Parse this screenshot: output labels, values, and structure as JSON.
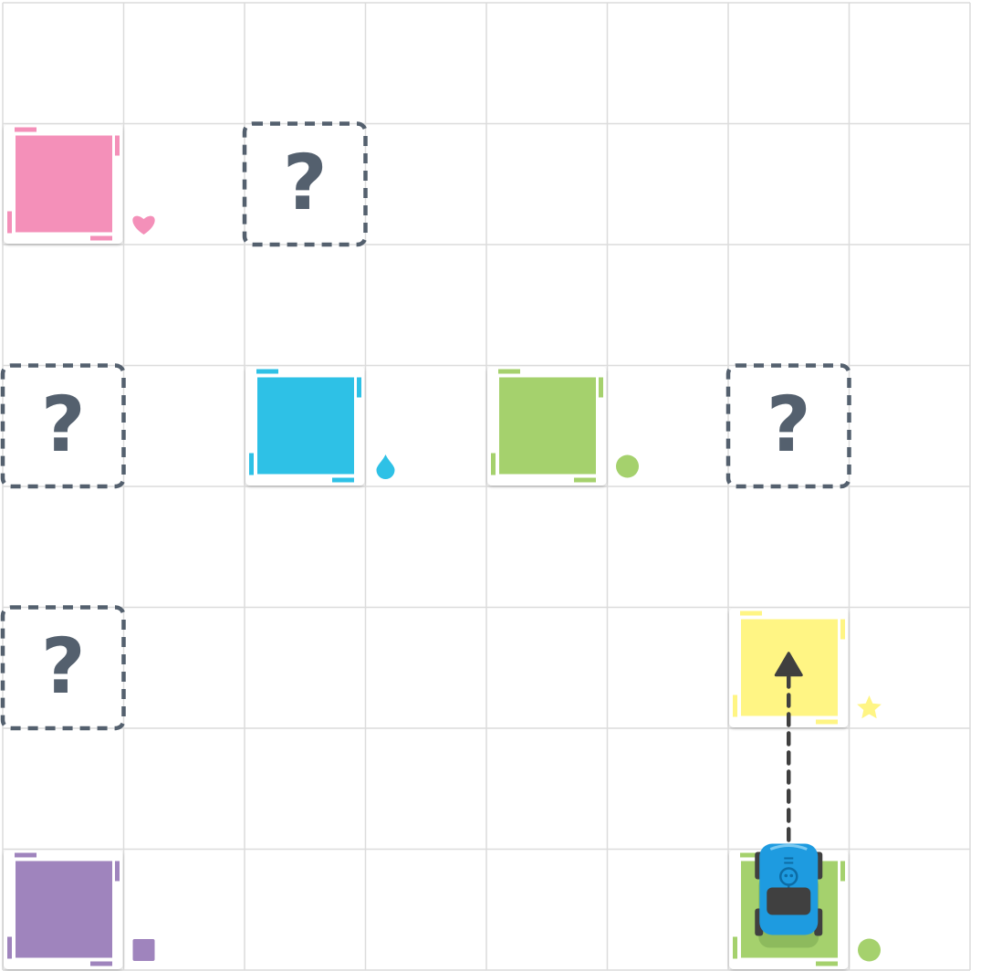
{
  "board": {
    "columns": 8,
    "rows": 8,
    "grid_color": "#dcdcdc"
  },
  "tiles": [
    {
      "id": "pink-heart",
      "col": 0,
      "row": 1,
      "color": "#f490b9",
      "symbol": "heart-icon"
    },
    {
      "id": "blue-drop",
      "col": 2,
      "row": 3,
      "color": "#2ec1e6",
      "symbol": "drop-icon"
    },
    {
      "id": "green-circle",
      "col": 4,
      "row": 3,
      "color": "#a5d16d",
      "symbol": "circle-icon"
    },
    {
      "id": "yellow-star",
      "col": 6,
      "row": 5,
      "color": "#fff584",
      "symbol": "star-icon"
    },
    {
      "id": "purple-square",
      "col": 0,
      "row": 7,
      "color": "#9f84bd",
      "symbol": "square-icon"
    },
    {
      "id": "green-circle-start",
      "col": 6,
      "row": 7,
      "color": "#a5d16d",
      "symbol": "circle-icon"
    }
  ],
  "unknown_tiles": [
    {
      "id": "unknown-1",
      "col": 2,
      "row": 1,
      "label": "?"
    },
    {
      "id": "unknown-2",
      "col": 0,
      "row": 3,
      "label": "?"
    },
    {
      "id": "unknown-3",
      "col": 6,
      "row": 3,
      "label": "?"
    },
    {
      "id": "unknown-4",
      "col": 0,
      "row": 5,
      "label": "?"
    }
  ],
  "unknown_color": "#54606e",
  "robot": {
    "col": 6,
    "row": 7,
    "body_color": "#1e9be0",
    "base_color": "#404040"
  },
  "path": {
    "from": {
      "col": 6,
      "row": 7
    },
    "to": {
      "col": 6,
      "row": 5
    },
    "color": "#3f3f3f"
  }
}
